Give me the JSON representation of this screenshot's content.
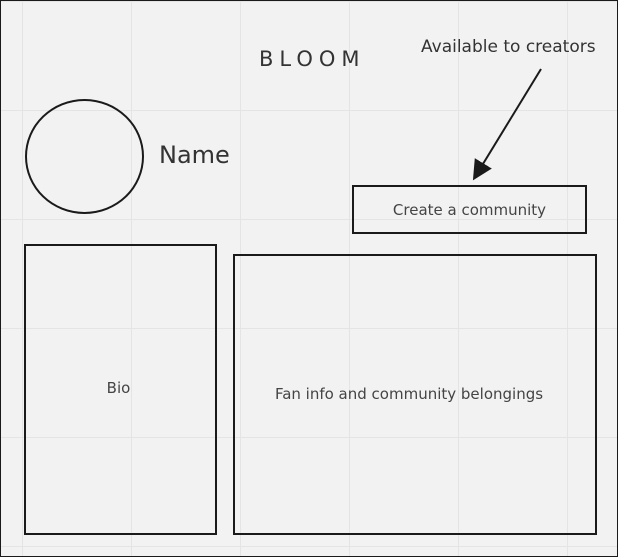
{
  "header": {
    "title": "BLOOM"
  },
  "profile": {
    "name": "Name"
  },
  "note": {
    "text": "Available to creators"
  },
  "actions": {
    "create_community_label": "Create a community"
  },
  "sections": {
    "bio_label": "Bio",
    "fan_info_label": "Fan info and community belongings"
  },
  "colors": {
    "stroke": "#1a1a1a",
    "text": "#333333",
    "background": "#f2f2f2",
    "grid": "#e4e4e4"
  }
}
